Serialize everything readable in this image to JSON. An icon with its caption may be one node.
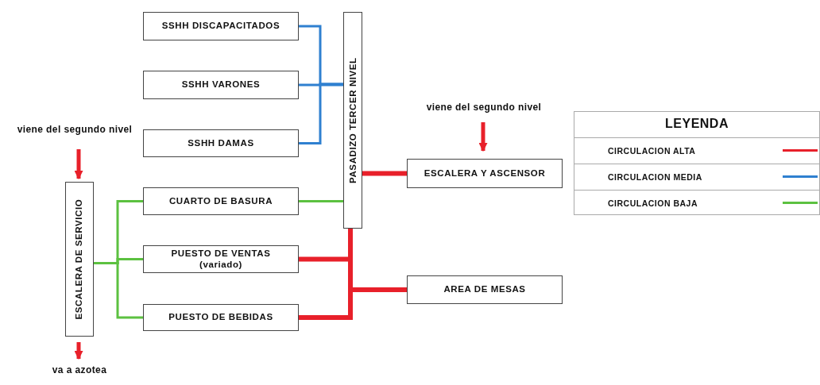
{
  "diagram": {
    "nodes": [
      {
        "text": [
          "SSHH DISCAPACITADOS"
        ]
      },
      {
        "text": [
          "SSHH VARONES"
        ]
      },
      {
        "text": [
          "SSHH DAMAS"
        ]
      },
      {
        "text": [
          "PASADIZO TERCER NIVEL"
        ]
      },
      {
        "text": [
          "viene del segundo nivel"
        ]
      },
      {
        "text": [
          "ESCALERA DE SERVICIO"
        ]
      },
      {
        "text": [
          "va a azotea"
        ]
      },
      {
        "text": [
          "CUARTO DE BASURA"
        ]
      },
      {
        "text": [
          "PUESTO DE VENTAS (variado)"
        ]
      },
      {
        "text": [
          "PUESTO DE BEBIDAS"
        ]
      },
      {
        "text": [
          "viene del segundo nivel"
        ]
      },
      {
        "text": [
          "ESCALERA Y ASCENSOR"
        ]
      },
      {
        "text": [
          "AREA DE MESAS"
        ]
      }
    ],
    "edges": [
      {
        "from": 0,
        "to": 3,
        "arrow": "none",
        "color": "#2f80d0"
      },
      {
        "from": 1,
        "to": 3,
        "arrow": "none",
        "color": "#2f80d0"
      },
      {
        "from": 2,
        "to": 3,
        "arrow": "none",
        "color": "#2f80d0"
      },
      {
        "from": 7,
        "to": 3,
        "arrow": "none",
        "color": "#5cc140"
      },
      {
        "from": 5,
        "to": 7,
        "arrow": "none",
        "color": "#5cc140"
      },
      {
        "from": 5,
        "to": 8,
        "arrow": "none",
        "color": "#5cc140"
      },
      {
        "from": 5,
        "to": 9,
        "arrow": "none",
        "color": "#5cc140"
      },
      {
        "from": 3,
        "to": 11,
        "arrow": "none",
        "style": "thick"
      },
      {
        "from": 3,
        "to": 8,
        "arrow": "none",
        "style": "thick"
      },
      {
        "from": 3,
        "to": 12,
        "arrow": "none",
        "style": "thick"
      },
      {
        "from": 3,
        "to": 9,
        "arrow": "none",
        "style": "thick"
      },
      {
        "from": 4,
        "to": 5,
        "arrow": "to"
      },
      {
        "from": 5,
        "to": 6,
        "arrow": "to"
      },
      {
        "from": 10,
        "to": 11,
        "arrow": "to"
      }
    ],
    "labels": [
      "LEYENDA"
    ],
    "legend": [
      {
        "text": "CIRCULACION ALTA",
        "color": "#e8202a"
      },
      {
        "text": "CIRCULACION MEDIA",
        "color": "#2f80d0"
      },
      {
        "text": "CIRCULACION BAJA",
        "color": "#5cc140"
      }
    ]
  }
}
